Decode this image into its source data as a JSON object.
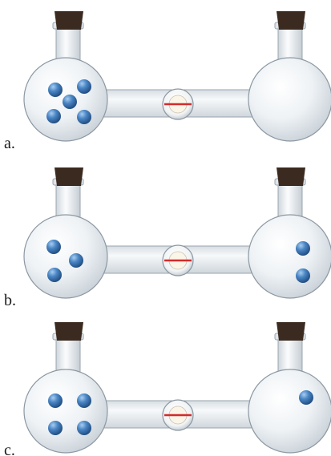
{
  "diagram": {
    "colors": {
      "background": "#ffffff",
      "glass": "#e9eef2",
      "glass_edge": "#8c98a3",
      "cork": "#3b2a1f",
      "molecule": "#4a86c5",
      "valve_mark": "#d22b2b"
    },
    "icons": [
      "flask-icon",
      "stopcock-valve-icon",
      "gas-molecule-icon"
    ],
    "panels": [
      {
        "label": "a.",
        "left_molecules": 5,
        "right_molecules": 0
      },
      {
        "label": "b.",
        "left_molecules": 3,
        "right_molecules": 2
      },
      {
        "label": "c.",
        "left_molecules": 4,
        "right_molecules": 1
      }
    ]
  }
}
